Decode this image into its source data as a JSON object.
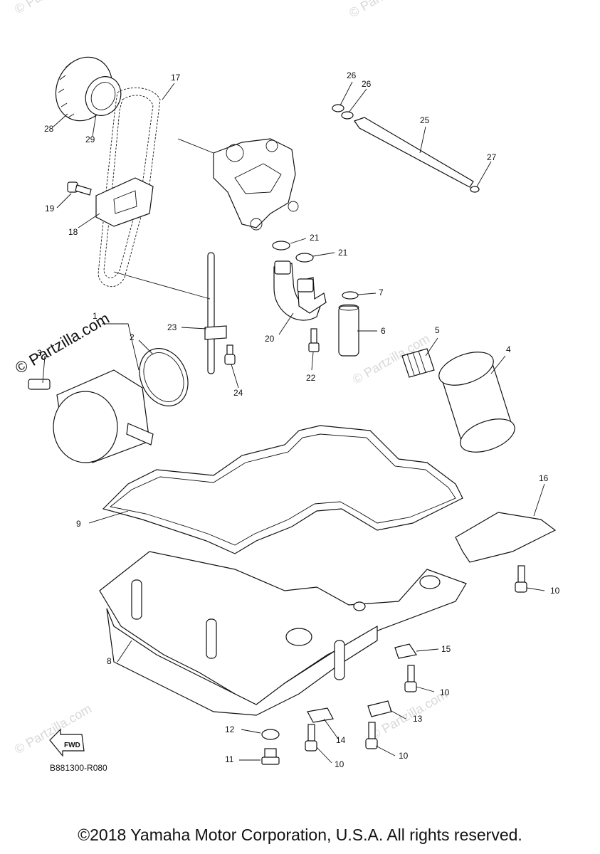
{
  "diagram": {
    "callouts": [
      "1",
      "2",
      "3",
      "4",
      "5",
      "6",
      "7",
      "8",
      "9",
      "10",
      "11",
      "12",
      "13",
      "14",
      "15",
      "16",
      "17",
      "18",
      "19",
      "20",
      "21",
      "22",
      "23",
      "24",
      "25",
      "26",
      "27",
      "28",
      "29"
    ],
    "figure_code": "B881300-R080",
    "fwd_label": "FWD",
    "watermark": "© Partzilla.com",
    "brand_stamp": "© Partzilla.com"
  },
  "footer": {
    "copyright": "©2018 Yamaha Motor Corporation, U.S.A. All rights reserved."
  }
}
